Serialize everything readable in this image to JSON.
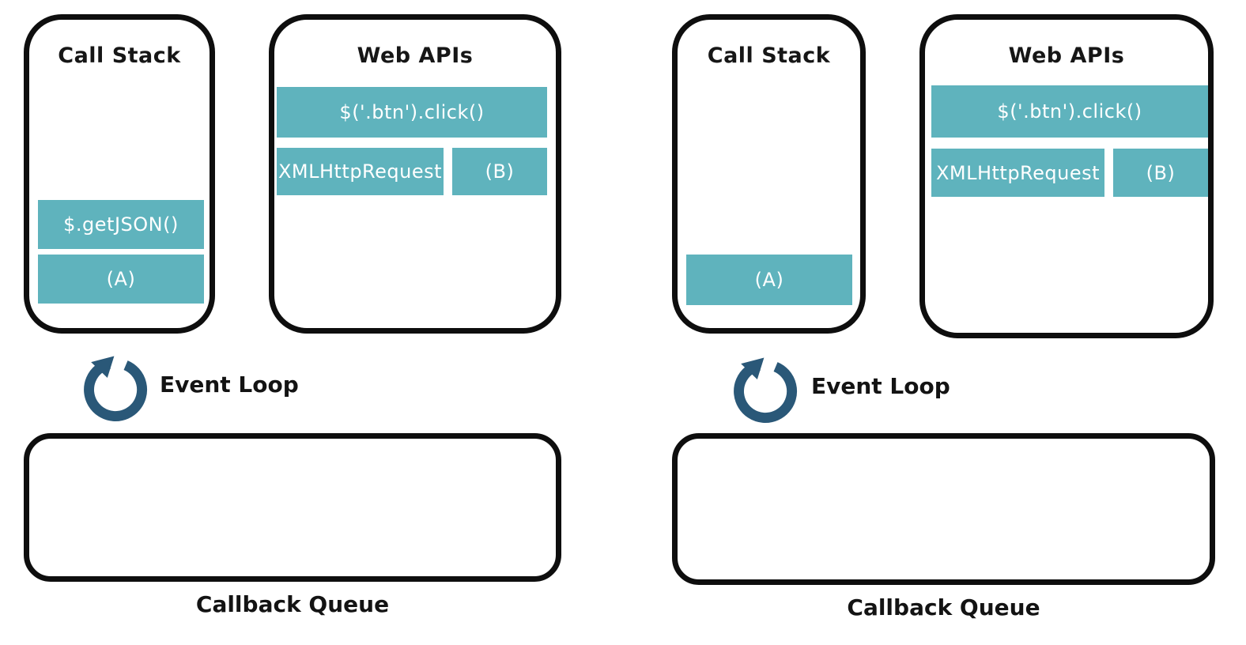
{
  "diagram": {
    "title_implied": "JavaScript Event Loop",
    "colors": {
      "block_teal": "#5fb3bd",
      "event_loop_blue": "#2a5878",
      "outline_black": "#0e0e0e",
      "block_text_white": "#ffffff",
      "background": "#ffffff"
    },
    "panels": [
      {
        "call_stack": {
          "title": "Call Stack",
          "frames": [
            "$.getJSON()",
            "(A)"
          ]
        },
        "web_apis": {
          "title": "Web APIs",
          "wide_task": "$('.btn').click()",
          "task_left": "XMLHttpRequest",
          "task_right": "(B)"
        },
        "event_loop": {
          "label": "Event Loop",
          "icon": "circular-refresh-arrow-icon"
        },
        "callback_queue": {
          "label": "Callback Queue",
          "items": []
        }
      },
      {
        "call_stack": {
          "title": "Call Stack",
          "frames": [
            "(A)"
          ]
        },
        "web_apis": {
          "title": "Web APIs",
          "wide_task": "$('.btn').click()",
          "task_left": "XMLHttpRequest",
          "task_right": "(B)"
        },
        "event_loop": {
          "label": "Event Loop",
          "icon": "circular-refresh-arrow-icon"
        },
        "callback_queue": {
          "label": "Callback Queue",
          "items": []
        }
      }
    ]
  }
}
